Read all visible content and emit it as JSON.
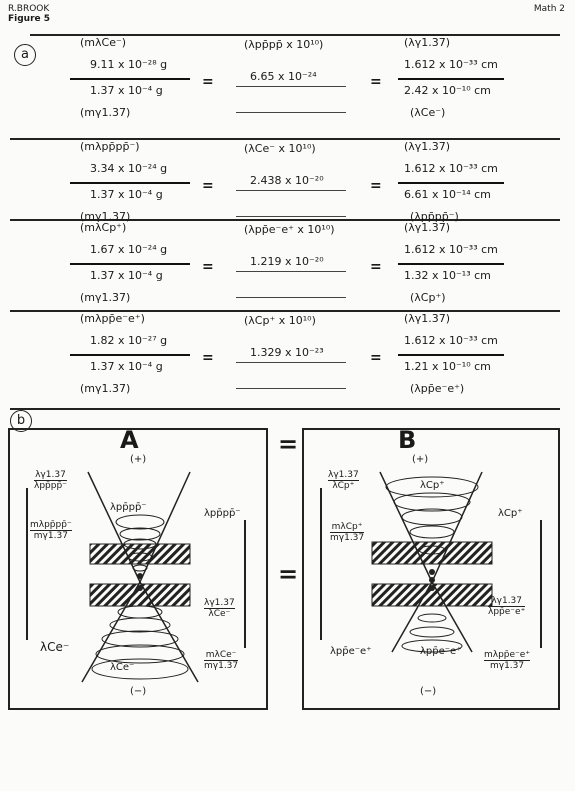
{
  "header": {
    "author": "R.BROOK",
    "figure": "Figure 5",
    "page": "Math 2"
  },
  "part_a": {
    "label": "a",
    "equals": "=",
    "rows": [
      {
        "mass_symbol": "(mλCe⁻)",
        "numerator": "9.11 x 10⁻²⁸ g",
        "denominator": "1.37 x 10⁻⁴ g",
        "mass_ref": "(mγ1.37)",
        "mid_symbol": "(λpp̄pp̄ x 10¹⁰)",
        "mid_value": "6.65 x 10⁻²⁴",
        "wl_symbol": "(λγ1.37)",
        "wl_numerator": "1.612 x 10⁻³³ cm",
        "wl_denominator": "2.42 x 10⁻¹⁰ cm",
        "wl_ref": "(λCe⁻)"
      },
      {
        "mass_symbol": "(mλpp̄pp̄⁻)",
        "numerator": "3.34 x 10⁻²⁴ g",
        "denominator": "1.37 x 10⁻⁴ g",
        "mass_ref": "(mγ1.37)",
        "mid_symbol": "(λCe⁻ x 10¹⁰)",
        "mid_value": "2.438 x 10⁻²⁰",
        "wl_symbol": "(λγ1.37)",
        "wl_numerator": "1.612 x 10⁻³³ cm",
        "wl_denominator": "6.61 x 10⁻¹⁴ cm",
        "wl_ref": "(λpp̄pp̄⁻)"
      },
      {
        "mass_symbol": "(mλCp⁺)",
        "numerator": "1.67 x 10⁻²⁴ g",
        "denominator": "1.37 x 10⁻⁴ g",
        "mass_ref": "(mγ1.37)",
        "mid_symbol": "(λpp̄e⁻e⁺ x 10¹⁰)",
        "mid_value": "1.219 x 10⁻²⁰",
        "wl_symbol": "(λγ1.37)",
        "wl_numerator": "1.612 x 10⁻³³ cm",
        "wl_denominator": "1.32 x 10⁻¹³ cm",
        "wl_ref": "(λCp⁺)"
      },
      {
        "mass_symbol": "(mλpp̄e⁻e⁺)",
        "numerator": "1.82 x 10⁻²⁷ g",
        "denominator": "1.37 x 10⁻⁴ g",
        "mass_ref": "(mγ1.37)",
        "mid_symbol": "(λCp⁺ x 10¹⁰)",
        "mid_value": "1.329 x 10⁻²³",
        "wl_symbol": "(λγ1.37)",
        "wl_numerator": "1.612 x 10⁻³³ cm",
        "wl_denominator": "1.21 x 10⁻¹⁰ cm",
        "wl_ref": "(λpp̄e⁻e⁺)"
      }
    ]
  },
  "part_b": {
    "label": "b",
    "equals": "=",
    "panel_a": {
      "title": "A",
      "top_sign": "(+)",
      "bottom_sign": "(−)",
      "cone_top_label": "λpp̄pp̄⁻",
      "cone_bottom_label": "λCe⁻",
      "left_top_ratio": [
        "λγ1.37",
        "λpp̄pp̄⁻"
      ],
      "left_mid_ratio": [
        "mλpp̄pp̄⁻",
        "mγ1.37"
      ],
      "left_bottom": "λCe⁻",
      "right_top": "λpp̄pp̄⁻",
      "right_mid_ratio": [
        "λγ1.37",
        "λCe⁻"
      ],
      "right_bottom_ratio": [
        "mλCe⁻",
        "mγ1.37"
      ]
    },
    "panel_b": {
      "title": "B",
      "top_sign": "(+)",
      "bottom_sign": "(−)",
      "cone_top_label": "λCp⁺",
      "cone_bottom_label": "λpp̄e⁻e⁺",
      "left_top_ratio": [
        "λγ1.37",
        "λCp⁺"
      ],
      "left_mid_ratio": [
        "mλCp⁺",
        "mγ1.37"
      ],
      "left_bottom": "λpp̄e⁻e⁺",
      "right_top": "λCp⁺",
      "right_mid_ratio": [
        "λγ1.37",
        "λpp̄e⁻e⁺"
      ],
      "right_bottom_ratio": [
        "mλpp̄e⁻e⁺",
        "mγ1.37"
      ]
    }
  }
}
